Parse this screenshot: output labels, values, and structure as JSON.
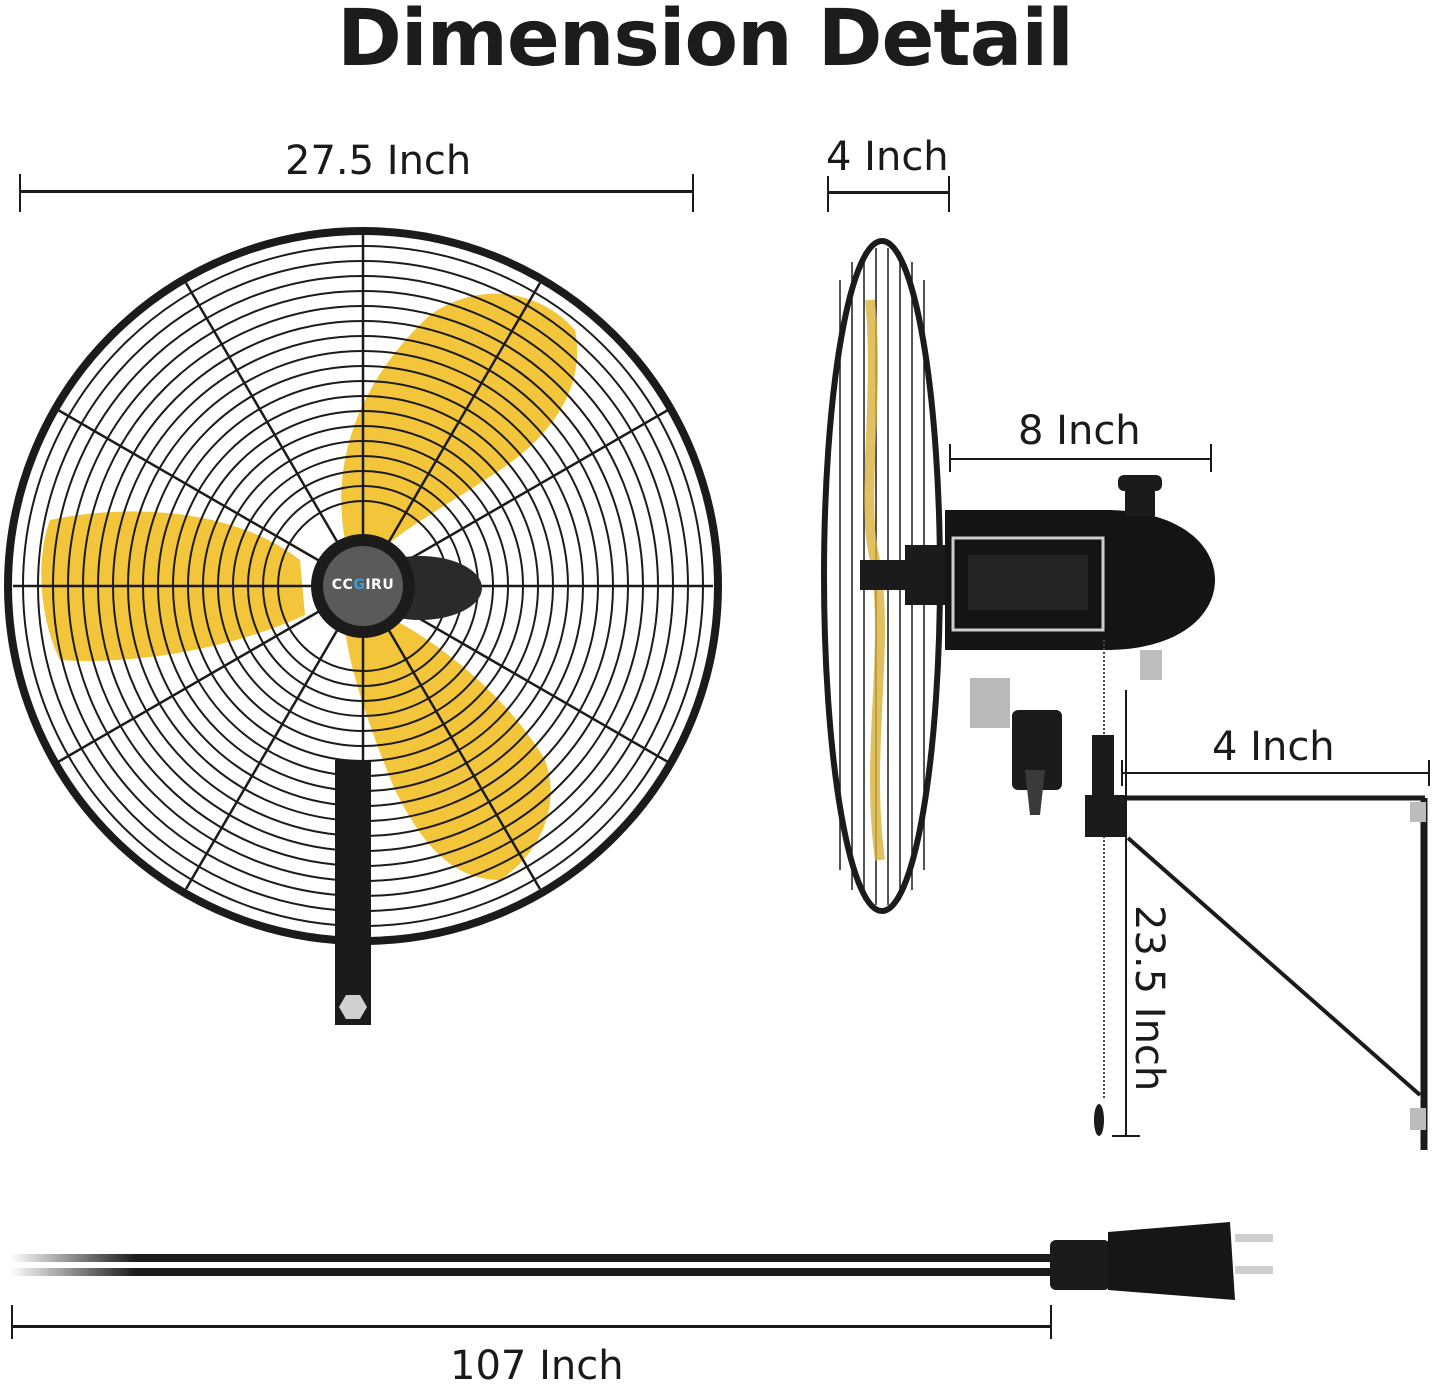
{
  "title": "Dimension Detail",
  "brand_logo": {
    "text_part1": "CC",
    "text_accent": "G",
    "text_part2": "IRU",
    "accent_color": "#3aa0d8",
    "text_color": "#ffffff",
    "badge_color": "#5a5a5a"
  },
  "dimensions": {
    "fan_width": "27.5 Inch",
    "fan_depth": "4 Inch",
    "motor_length": "8 Inch",
    "bracket_depth": "4 Inch",
    "bracket_height": "23.5 Inch",
    "cord_length": "107 Inch"
  },
  "icons": {
    "fan_front_view": "fan-front-icon",
    "fan_side_view": "fan-side-icon",
    "wall_bracket": "wall-bracket-icon",
    "power_plug": "power-plug-icon",
    "pull_chain": "pull-chain-icon"
  },
  "colors": {
    "blade_yellow": "#f2c230",
    "frame_black": "#1b1b1b",
    "background": "#ffffff"
  }
}
